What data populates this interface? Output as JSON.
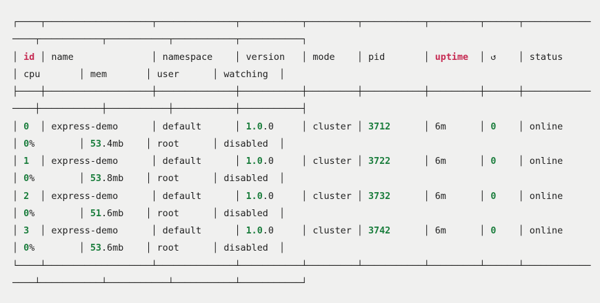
{
  "terminal": {
    "colors": {
      "background": "#f0f0ef",
      "foreground": "#1f1f1f",
      "green": "#1a7d3c",
      "red": "#c62a52"
    },
    "lines": [
      [
        [
          "fg",
          "┌────┬───────────────────┬──────────────┬───────────┬─────────┬───────────┬─────────┬──────┬────────────"
        ]
      ],
      [
        [
          "fg",
          "────┬───────────┬───────────┬───────────┬───────────┐"
        ]
      ],
      [
        [
          "fg",
          "│ "
        ],
        [
          "red",
          "id"
        ],
        [
          "fg",
          " │ name              │ namespace    │ version   │ mode    │ pid       │ "
        ],
        [
          "red",
          "uptime"
        ],
        [
          "fg",
          "  │ ↺    │ status     "
        ]
      ],
      [
        [
          "fg",
          "│ cpu       │ mem       │ user      │ watching  │"
        ]
      ],
      [
        [
          "fg",
          "├────┼───────────────────┼──────────────┼───────────┼─────────┼───────────┼─────────┼──────┼────────────"
        ]
      ],
      [
        [
          "fg",
          "────┼───────────┼───────────┼───────────┼───────────┤"
        ]
      ],
      [
        [
          "fg",
          "│ "
        ],
        [
          "green",
          "0"
        ],
        [
          "fg",
          "  │ express-demo      │ default      │ "
        ],
        [
          "green",
          "1.0"
        ],
        [
          "fg",
          ".0     │ cluster │ "
        ],
        [
          "green",
          "3712"
        ],
        [
          "fg",
          "      │ 6m      │ "
        ],
        [
          "green",
          "0"
        ],
        [
          "fg",
          "    │ online     "
        ]
      ],
      [
        [
          "fg",
          "│ "
        ],
        [
          "green",
          "0"
        ],
        [
          "fg",
          "%        │ "
        ],
        [
          "green",
          "53"
        ],
        [
          "fg",
          ".4mb    │ root      │ disabled  │"
        ]
      ],
      [
        [
          "fg",
          "│ "
        ],
        [
          "green",
          "1"
        ],
        [
          "fg",
          "  │ express-demo      │ default      │ "
        ],
        [
          "green",
          "1.0"
        ],
        [
          "fg",
          ".0     │ cluster │ "
        ],
        [
          "green",
          "3722"
        ],
        [
          "fg",
          "      │ 6m      │ "
        ],
        [
          "green",
          "0"
        ],
        [
          "fg",
          "    │ online     "
        ]
      ],
      [
        [
          "fg",
          "│ "
        ],
        [
          "green",
          "0"
        ],
        [
          "fg",
          "%        │ "
        ],
        [
          "green",
          "53"
        ],
        [
          "fg",
          ".8mb    │ root      │ disabled  │"
        ]
      ],
      [
        [
          "fg",
          "│ "
        ],
        [
          "green",
          "2"
        ],
        [
          "fg",
          "  │ express-demo      │ default      │ "
        ],
        [
          "green",
          "1.0"
        ],
        [
          "fg",
          ".0     │ cluster │ "
        ],
        [
          "green",
          "3732"
        ],
        [
          "fg",
          "      │ 6m      │ "
        ],
        [
          "green",
          "0"
        ],
        [
          "fg",
          "    │ online     "
        ]
      ],
      [
        [
          "fg",
          "│ "
        ],
        [
          "green",
          "0"
        ],
        [
          "fg",
          "%        │ "
        ],
        [
          "green",
          "51"
        ],
        [
          "fg",
          ".6mb    │ root      │ disabled  │"
        ]
      ],
      [
        [
          "fg",
          "│ "
        ],
        [
          "green",
          "3"
        ],
        [
          "fg",
          "  │ express-demo      │ default      │ "
        ],
        [
          "green",
          "1.0"
        ],
        [
          "fg",
          ".0     │ cluster │ "
        ],
        [
          "green",
          "3742"
        ],
        [
          "fg",
          "      │ 6m      │ "
        ],
        [
          "green",
          "0"
        ],
        [
          "fg",
          "    │ online     "
        ]
      ],
      [
        [
          "fg",
          "│ "
        ],
        [
          "green",
          "0"
        ],
        [
          "fg",
          "%        │ "
        ],
        [
          "green",
          "53"
        ],
        [
          "fg",
          ".6mb    │ root      │ disabled  │"
        ]
      ],
      [
        [
          "fg",
          "└────┴───────────────────┴──────────────┴───────────┴─────────┴───────────┴─────────┴──────┴────────────"
        ]
      ],
      [
        [
          "fg",
          "────┴───────────┴───────────┴───────────┴───────────┘"
        ]
      ]
    ]
  },
  "process_table": {
    "columns": [
      "id",
      "name",
      "namespace",
      "version",
      "mode",
      "pid",
      "uptime",
      "↺",
      "status",
      "cpu",
      "mem",
      "user",
      "watching"
    ],
    "rows": [
      {
        "id": "0",
        "name": "express-demo",
        "namespace": "default",
        "version": "1.0.0",
        "mode": "cluster",
        "pid": "3712",
        "uptime": "6m",
        "restarts": "0",
        "status": "online",
        "cpu": "0%",
        "mem": "53.4mb",
        "user": "root",
        "watching": "disabled"
      },
      {
        "id": "1",
        "name": "express-demo",
        "namespace": "default",
        "version": "1.0.0",
        "mode": "cluster",
        "pid": "3722",
        "uptime": "6m",
        "restarts": "0",
        "status": "online",
        "cpu": "0%",
        "mem": "53.8mb",
        "user": "root",
        "watching": "disabled"
      },
      {
        "id": "2",
        "name": "express-demo",
        "namespace": "default",
        "version": "1.0.0",
        "mode": "cluster",
        "pid": "3732",
        "uptime": "6m",
        "restarts": "0",
        "status": "online",
        "cpu": "0%",
        "mem": "51.6mb",
        "user": "root",
        "watching": "disabled"
      },
      {
        "id": "3",
        "name": "express-demo",
        "namespace": "default",
        "version": "1.0.0",
        "mode": "cluster",
        "pid": "3742",
        "uptime": "6m",
        "restarts": "0",
        "status": "online",
        "cpu": "0%",
        "mem": "53.6mb",
        "user": "root",
        "watching": "disabled"
      }
    ]
  }
}
